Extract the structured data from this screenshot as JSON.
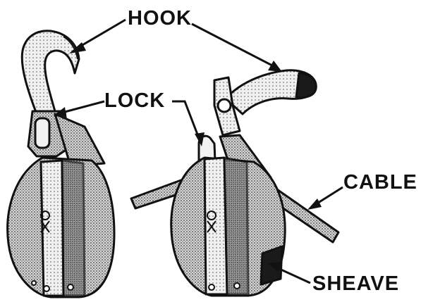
{
  "labels": {
    "hook": "HOOK",
    "lock": "LOCK",
    "cable": "CABLE",
    "sheave": "SHEAVE"
  },
  "colors": {
    "ink": "#111111",
    "paper": "#ffffff",
    "shade": "#9a9a9a"
  }
}
